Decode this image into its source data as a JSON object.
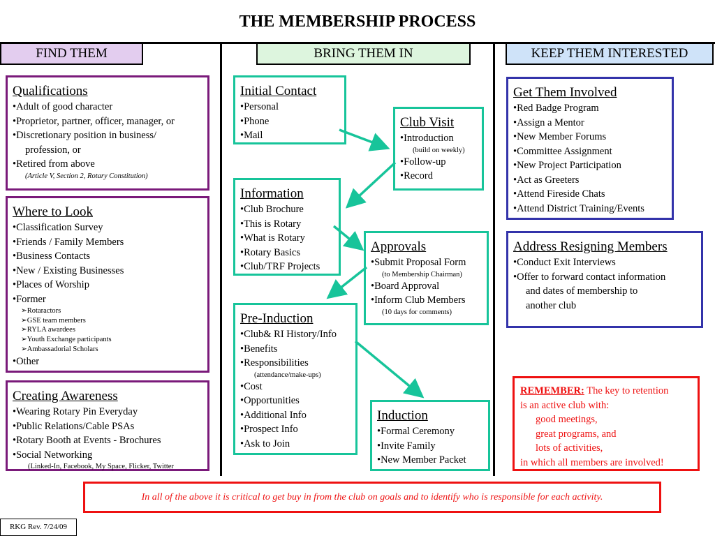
{
  "title": "THE MEMBERSHIP PROCESS",
  "columns": {
    "find": "FIND THEM",
    "bring": "BRING THEM IN",
    "keep": "KEEP THEM INTERESTED"
  },
  "colors": {
    "purple": "#7a1a7a",
    "teal": "#17c49a",
    "blue": "#3333aa",
    "red": "#ee1111",
    "find_head_bg": "#e3cdef",
    "bring_head_bg": "#ddf5de",
    "keep_head_bg": "#cfe3f9"
  },
  "qualifications": {
    "heading": "Qualifications",
    "items": [
      "•Adult of good character",
      "•Proprietor, partner, officer, manager, or",
      "•Discretionary position in business/",
      "profession, or",
      "•Retired from above"
    ],
    "note": "(Article V, Section 2, Rotary Constitution)"
  },
  "where_to_look": {
    "heading": "Where to Look",
    "items": [
      "•Classification Survey",
      "•Friends / Family Members",
      "•Business Contacts",
      "•New / Existing Businesses",
      "•Places of Worship",
      "•Former"
    ],
    "sub": [
      "➢Rotaractors",
      "➢GSE team members",
      "➢RYLA awardees",
      "➢Youth Exchange participants",
      "➢Ambassadorial Scholars"
    ],
    "last": "•Other"
  },
  "creating_awareness": {
    "heading": "Creating Awareness",
    "items": [
      "•Wearing Rotary Pin Everyday",
      "•Public Relations/Cable PSAs",
      "•Rotary Booth at Events - Brochures",
      "•Social Networking"
    ],
    "note": "(Linked-In, Facebook, My Space, Flicker, Twitter"
  },
  "initial_contact": {
    "heading": "Initial Contact",
    "items": [
      "•Personal",
      "•Phone",
      "•Mail"
    ]
  },
  "club_visit": {
    "heading": "Club Visit",
    "item1": "•Introduction",
    "note": "(build on weekly)",
    "item2": "•Follow-up",
    "item3": "•Record"
  },
  "information": {
    "heading": "Information",
    "items": [
      "•Club Brochure",
      "•This is Rotary",
      "•What is Rotary",
      "•Rotary Basics",
      "•Club/TRF Projects"
    ]
  },
  "approvals": {
    "heading": "Approvals",
    "item1": "•Submit Proposal Form",
    "note1": "(to Membership Chairman)",
    "item2": "•Board Approval",
    "item3": "•Inform Club Members",
    "note2": "(10 days for comments)"
  },
  "pre_induction": {
    "heading": "Pre-Induction",
    "items_a": [
      "•Club& RI History/Info",
      "•Benefits",
      "•Responsibilities"
    ],
    "note": "(attendance/make-ups)",
    "items_b": [
      "•Cost",
      "•Opportunities",
      "•Additional Info",
      "•Prospect Info",
      "•Ask to Join"
    ]
  },
  "induction": {
    "heading": "Induction",
    "items": [
      "•Formal Ceremony",
      "•Invite Family",
      "•New Member Packet"
    ]
  },
  "get_involved": {
    "heading": "Get Them Involved",
    "items": [
      "•Red Badge Program",
      "•Assign a Mentor",
      "•New Member Forums",
      "•Committee Assignment",
      "•New Project Participation",
      "•Act as Greeters",
      "•Attend Fireside Chats",
      "•Attend District Training/Events"
    ]
  },
  "address_resigning": {
    "heading": "Address Resigning Members",
    "items": [
      "•Conduct Exit Interviews",
      "•Offer to forward contact information",
      "and dates of membership to",
      "another club"
    ]
  },
  "remember": {
    "label": "REMEMBER:",
    "line1": " The key to retention",
    "line2": "is an active club with:",
    "line3": "good meetings,",
    "line4": "great programs, and",
    "line5": "lots of activities,",
    "line6": "in which all members are involved!"
  },
  "footer_note": "In all of the above it is critical to get buy in from the club on goals and to identify who is responsible for each activity.",
  "revision": "RKG Rev. 7/24/09"
}
